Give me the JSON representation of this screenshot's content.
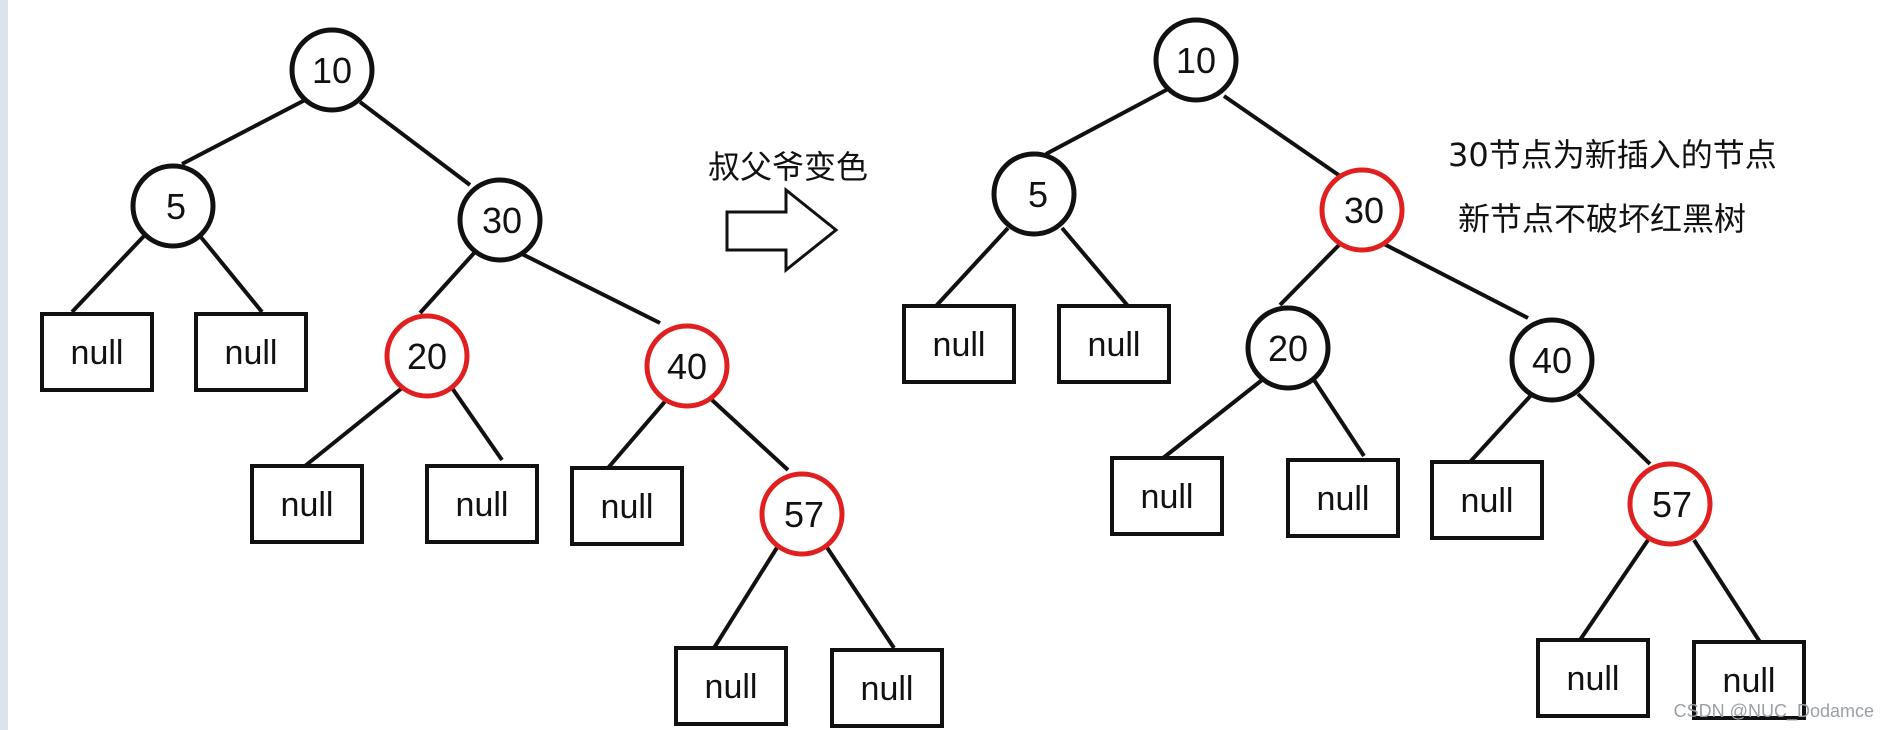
{
  "colors": {
    "black_node": "#111111",
    "red_node": "#e02020",
    "edge": "#111111",
    "null_box": "#111111"
  },
  "before_tree": {
    "nodes": [
      {
        "id": "n10",
        "label": "10",
        "color": "black"
      },
      {
        "id": "n5",
        "label": "5",
        "color": "black"
      },
      {
        "id": "n30",
        "label": "30",
        "color": "black"
      },
      {
        "id": "n20",
        "label": "20",
        "color": "red"
      },
      {
        "id": "n40",
        "label": "40",
        "color": "red"
      },
      {
        "id": "n57",
        "label": "57",
        "color": "red"
      }
    ],
    "null_label": "null"
  },
  "after_tree": {
    "nodes": [
      {
        "id": "m10",
        "label": "10",
        "color": "black"
      },
      {
        "id": "m5",
        "label": "5",
        "color": "black"
      },
      {
        "id": "m30",
        "label": "30",
        "color": "red"
      },
      {
        "id": "m20",
        "label": "20",
        "color": "black"
      },
      {
        "id": "m40",
        "label": "40",
        "color": "black"
      },
      {
        "id": "m57",
        "label": "57",
        "color": "red"
      }
    ],
    "null_label": "null"
  },
  "transition": {
    "label": "叔父爷变色",
    "arrow_icon": "right-arrow-icon"
  },
  "notes": {
    "line1": "30节点为新插入的节点",
    "line2": "新节点不破坏红黑树"
  },
  "watermark": "CSDN @NUC_Dodamce"
}
